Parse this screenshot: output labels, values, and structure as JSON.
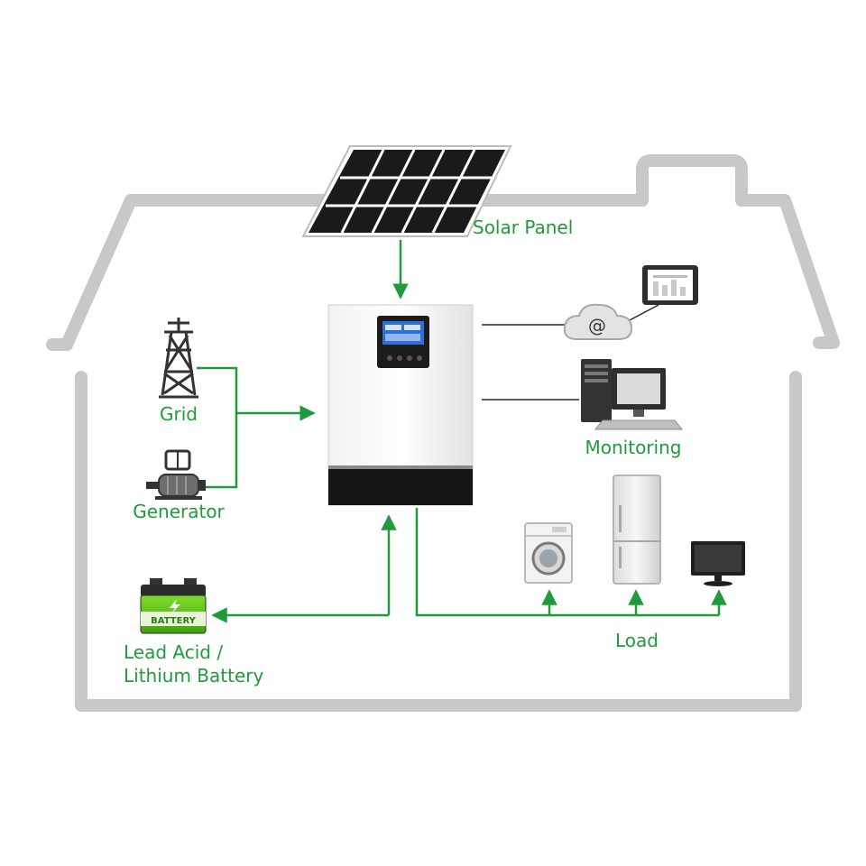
{
  "colors": {
    "accent": "#1f9a3c",
    "house": "#c8c8c8",
    "panel": "#111111"
  },
  "labels": {
    "solar_panel": "Solar Panel",
    "grid": "Grid",
    "generator": "Generator",
    "battery_line1": "Lead Acid /",
    "battery_line2": "Lithium Battery",
    "battery_sticker": "BATTERY",
    "monitoring": "Monitoring",
    "load": "Load",
    "cloud_symbol": "@"
  },
  "icons": {
    "solar": "solar-panel-icon",
    "tower": "transmission-tower-icon",
    "generator": "generator-icon",
    "battery": "battery-icon",
    "inverter": "inverter-icon",
    "cloud": "cloud-icon",
    "tablet": "tablet-icon",
    "computer": "desktop-computer-icon",
    "washer": "washing-machine-icon",
    "fridge": "refrigerator-icon",
    "tv": "tv-icon"
  }
}
